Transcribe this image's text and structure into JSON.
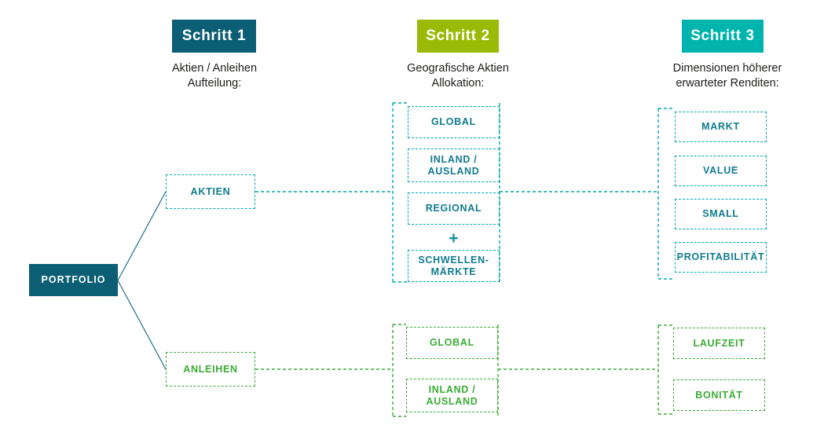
{
  "diagram": {
    "title_steps": [
      {
        "id": "step-1",
        "badge": "Schritt 1",
        "caption": "Aktien / Anleihen\nAufteilung:",
        "color": "#0b5e73"
      },
      {
        "id": "step-2",
        "badge": "Schritt 2",
        "caption": "Geografische Aktien\nAllokation:",
        "color": "#9aba05"
      },
      {
        "id": "step-3",
        "badge": "Schritt 3",
        "caption": "Dimensionen höherer\nerwarteter Renditen:",
        "color": "#00b4ae"
      }
    ],
    "root": {
      "label": "PORTFOLIO"
    },
    "branches": [
      {
        "id": "equities",
        "label": "AKTIEN",
        "accent": "#00a6b4",
        "text_color": "#0f7b8f",
        "step2": [
          "GLOBAL",
          "INLAND /\nAUSLAND",
          "REGIONAL",
          "SCHWELLEN-\nMÄRKTE"
        ],
        "step2_plus": "+",
        "step3": [
          "MARKT",
          "VALUE",
          "SMALL",
          "PROFITABILITÄT"
        ]
      },
      {
        "id": "bonds",
        "label": "ANLEIHEN",
        "accent": "#3aab34",
        "text_color": "#3aab34",
        "step2": [
          "GLOBAL",
          "INLAND /\nAUSLAND"
        ],
        "step3": [
          "LAUFZEIT",
          "BONITÄT"
        ]
      }
    ],
    "colors": {
      "dark_teal": "#0b5e73",
      "olive_green": "#9aba05",
      "bright_teal": "#00b4ae",
      "dash_teal": "#00a6b4",
      "dash_green": "#3aab34",
      "connector_blue": "#1f6f87",
      "background": "#ffffff",
      "caption_text": "#1d1d1b"
    }
  }
}
